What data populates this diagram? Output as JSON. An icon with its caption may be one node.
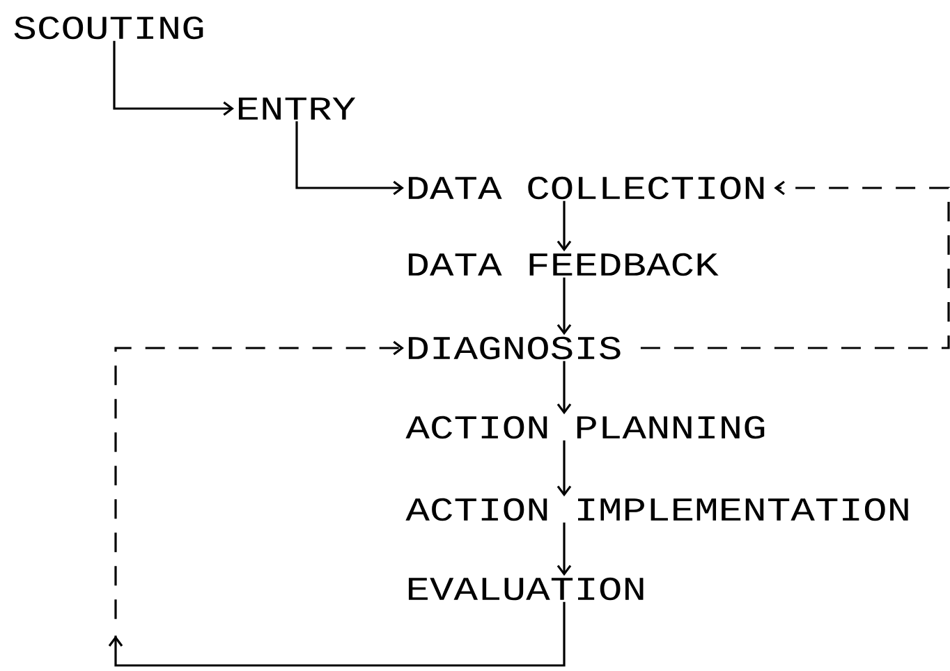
{
  "diagram": {
    "nodes": [
      {
        "text": [
          "SCOUTING"
        ]
      },
      {
        "text": [
          "ENTRY"
        ]
      },
      {
        "text": [
          "DATA COLLECTION"
        ]
      },
      {
        "text": [
          "DATA FEEDBACK"
        ]
      },
      {
        "text": [
          "DIAGNOSIS"
        ]
      },
      {
        "text": [
          "ACTION PLANNING"
        ]
      },
      {
        "text": [
          "ACTION IMPLEMENTATION"
        ]
      },
      {
        "text": [
          "EVALUATION"
        ]
      }
    ],
    "edges": [
      {
        "from": 0,
        "to": 1,
        "arrow": "to"
      },
      {
        "from": 1,
        "to": 2,
        "arrow": "to"
      },
      {
        "from": 2,
        "to": 3,
        "arrow": "to"
      },
      {
        "from": 3,
        "to": 4,
        "arrow": "to"
      },
      {
        "from": 4,
        "to": 5,
        "arrow": "to"
      },
      {
        "from": 5,
        "to": 6,
        "arrow": "to"
      },
      {
        "from": 6,
        "to": 7,
        "arrow": "to"
      },
      {
        "from": 7,
        "to": 4,
        "arrow": "to",
        "style": "dashed"
      },
      {
        "from": 4,
        "to": 2,
        "arrow": "to",
        "style": "dashed"
      }
    ]
  }
}
